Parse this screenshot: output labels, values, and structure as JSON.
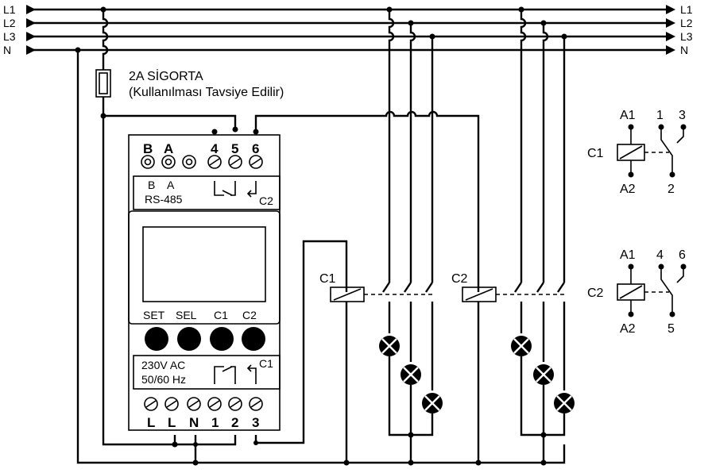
{
  "bus": {
    "left_labels": [
      "L1",
      "L2",
      "L3",
      "N"
    ],
    "right_labels": [
      "L1",
      "L2",
      "L3",
      "N"
    ]
  },
  "fuse": {
    "label": "2A SİGORTA",
    "note": "(Kullanılması Tavsiye Edilir)"
  },
  "device": {
    "top_terminals": [
      "B",
      "A",
      "4",
      "5",
      "6"
    ],
    "comm_labels": [
      "B",
      "A"
    ],
    "comm_name": "RS-485",
    "top_relay_label": "C2",
    "buttons": [
      "SET",
      "SEL",
      "C1",
      "C2"
    ],
    "supply_voltage": "230V AC",
    "supply_freq": "50/60 Hz",
    "bottom_relay_label": "C1",
    "bottom_terminals": [
      "L",
      "L",
      "N",
      "1",
      "2",
      "3"
    ]
  },
  "contactors": {
    "c1_label": "C1",
    "c2_label": "C2"
  },
  "legend_c1": {
    "coil_label": "C1",
    "a1": "A1",
    "a2": "A2",
    "t_no": "1",
    "t_nc": "3",
    "t_com": "2"
  },
  "legend_c2": {
    "coil_label": "C2",
    "a1": "A1",
    "a2": "A2",
    "t_no": "4",
    "t_nc": "6",
    "t_com": "5"
  }
}
